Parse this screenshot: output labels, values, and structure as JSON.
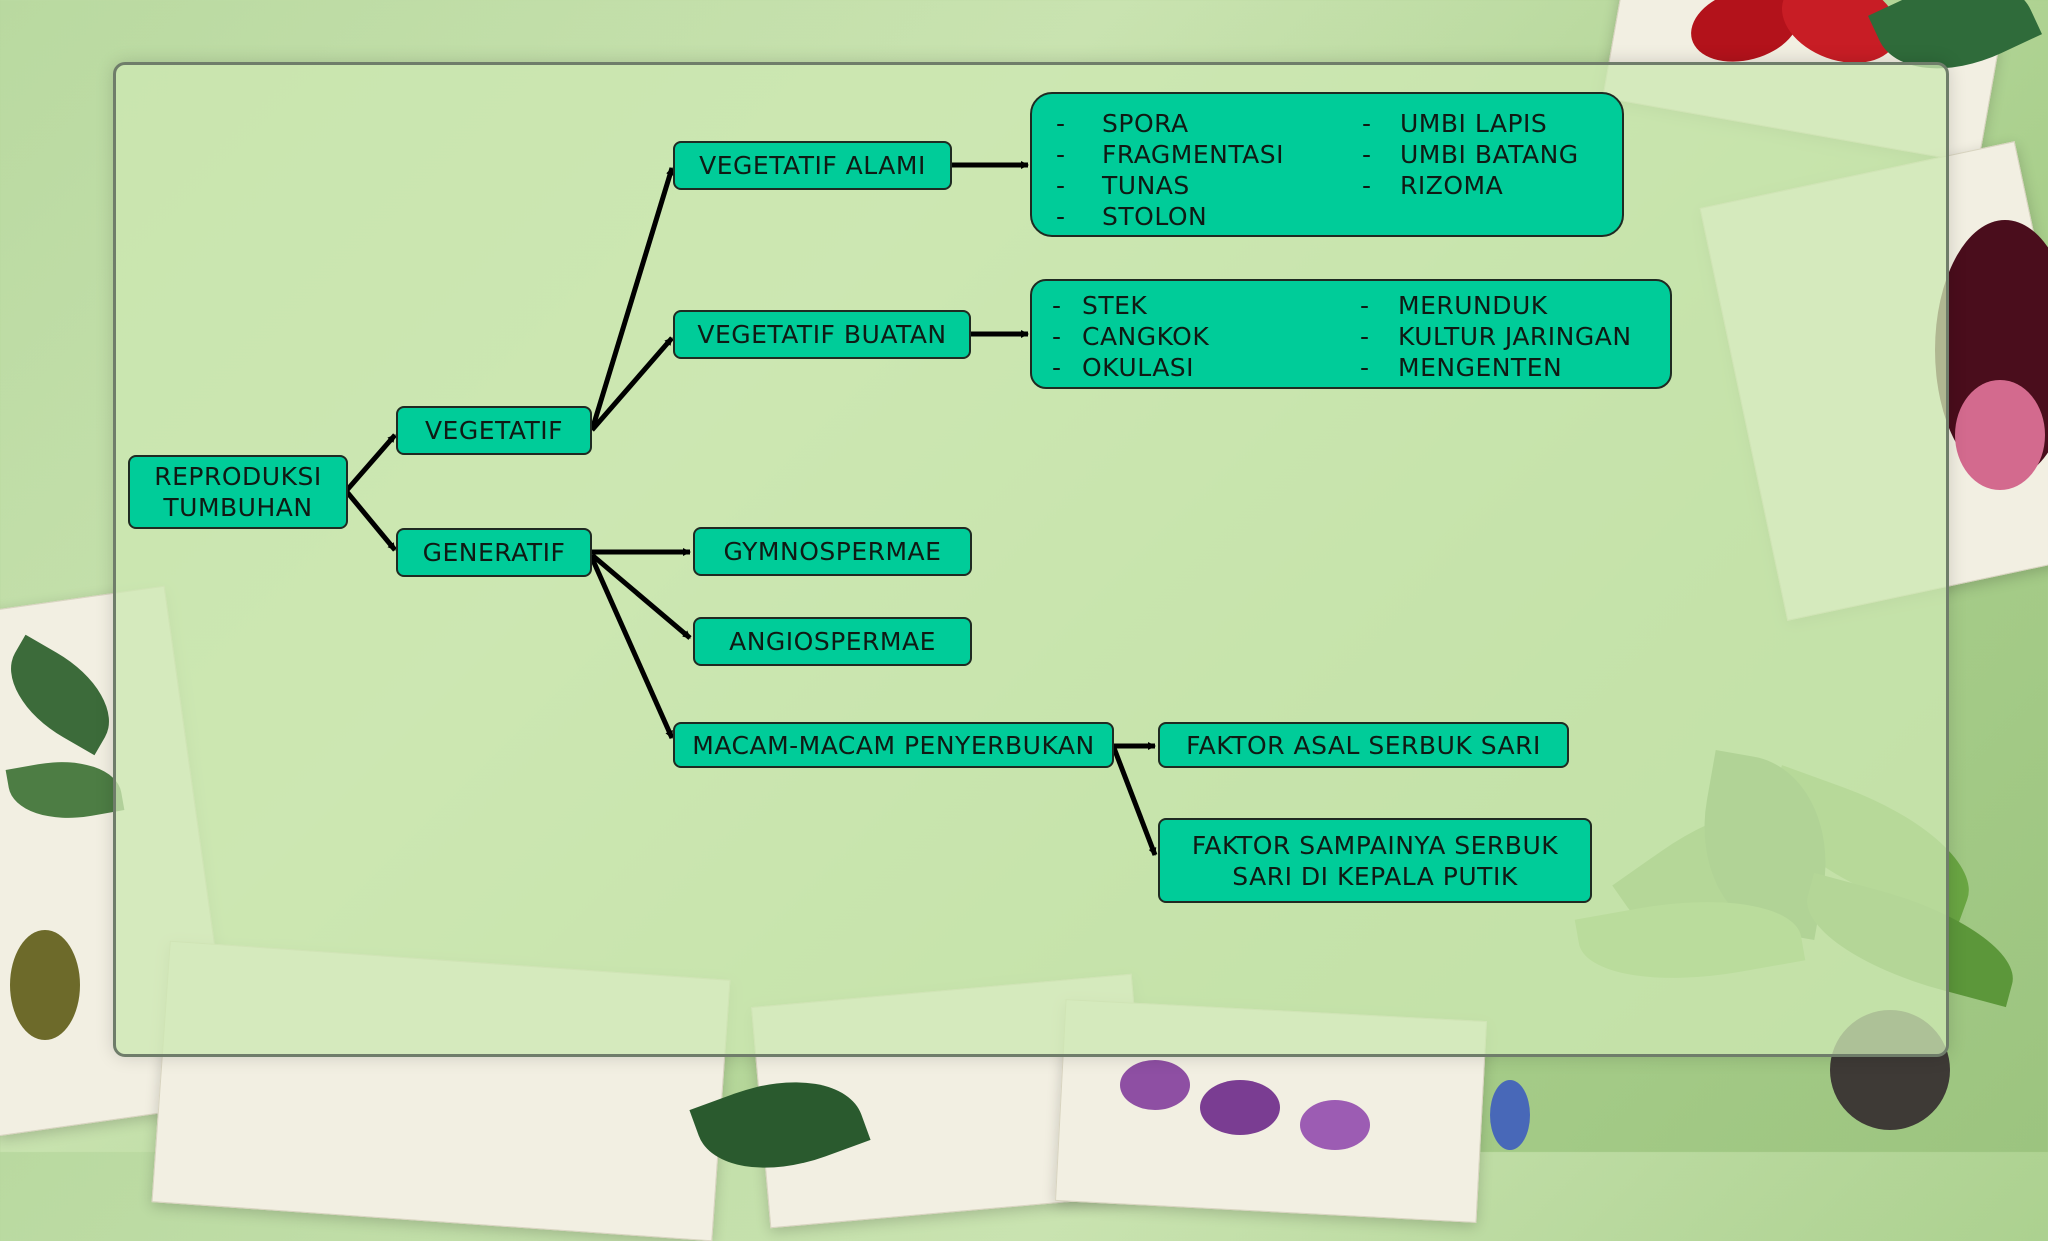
{
  "nodes": {
    "root": [
      "REPRODUKSI",
      "TUMBUHAN"
    ],
    "vegetatif": "VEGETATIF",
    "generatif": "GENERATIF",
    "veg_alami": "VEGETATIF ALAMI",
    "veg_buatan": "VEGETATIF BUATAN",
    "gymno": "GYMNOSPERMAE",
    "angio": "ANGIOSPERMAE",
    "macam": "MACAM-MACAM PENYERBUKAN",
    "faktor_asal": "FAKTOR ASAL SERBUK SARI",
    "faktor_sampai": [
      "FAKTOR SAMPAINYA SERBUK",
      "SARI DI KEPALA PUTIK"
    ]
  },
  "alami_list": {
    "left": [
      "SPORA",
      "FRAGMENTASI",
      "TUNAS",
      "STOLON"
    ],
    "right": [
      "UMBI LAPIS",
      "UMBI BATANG",
      "RIZOMA"
    ]
  },
  "buatan_list": {
    "left": [
      "STEK",
      "CANGKOK",
      "OKULASI"
    ],
    "right": [
      "MERUNDUK",
      "KULTUR JARINGAN",
      "MENGENTEN"
    ]
  },
  "bullet": "-",
  "colors": {
    "node_fill": "#00cc99",
    "node_border": "#1f2a22",
    "panel": "#cde8b2",
    "arrow": "#000000"
  }
}
